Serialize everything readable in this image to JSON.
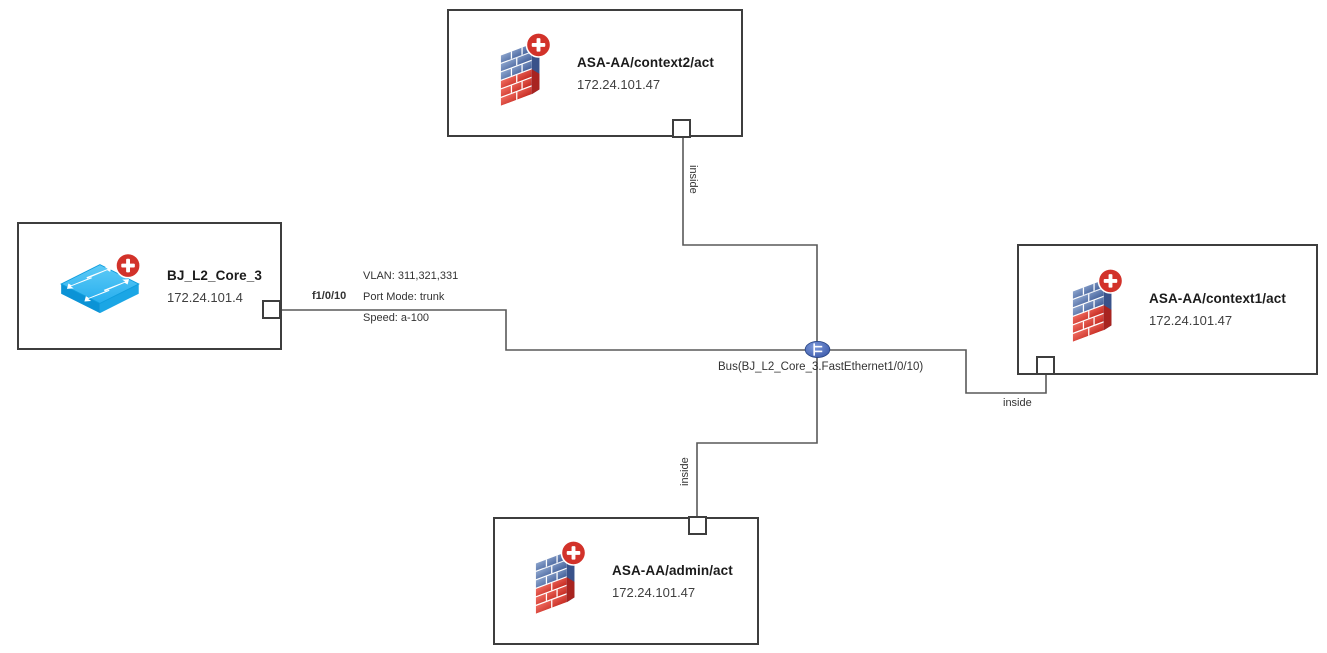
{
  "nodes": {
    "context2": {
      "name": "ASA-AA/context2/act",
      "ip": "172.24.101.47",
      "type": "firewall"
    },
    "core3": {
      "name": "BJ_L2_Core_3",
      "ip": "172.24.101.4",
      "type": "switch"
    },
    "context1": {
      "name": "ASA-AA/context1/act",
      "ip": "172.24.101.47",
      "type": "firewall"
    },
    "admin": {
      "name": "ASA-AA/admin/act",
      "ip": "172.24.101.47",
      "type": "firewall"
    }
  },
  "bus": {
    "label": "Bus(BJ_L2_Core_3.FastEthernet1/0/10)"
  },
  "link_labels": {
    "interface": "f1/0/10",
    "vlan": "VLAN: 311,321,331",
    "port_mode": "Port Mode: trunk",
    "speed": "Speed: a-100",
    "inside_top": "inside",
    "inside_right": "inside",
    "inside_bottom": "inside"
  },
  "colors": {
    "wire": "#595959",
    "box_border": "#3e3e3e",
    "badge_red": "#d2322a",
    "firewall_blue": "#54719f",
    "firewall_red": "#d94236",
    "switch_cyan": "#35bdf2",
    "bus_blue": "#3a5cad"
  }
}
